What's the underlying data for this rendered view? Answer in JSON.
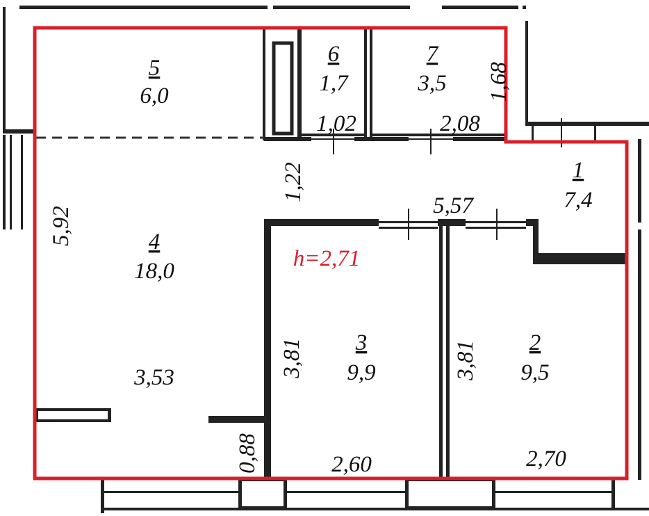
{
  "plan": {
    "ceiling_height": "h=2,71",
    "outline_color": "#d8202a",
    "rooms": [
      {
        "number": "1",
        "area": "7,4"
      },
      {
        "number": "2",
        "area": "9,5"
      },
      {
        "number": "3",
        "area": "9,9"
      },
      {
        "number": "4",
        "area": "18,0"
      },
      {
        "number": "5",
        "area": "6,0"
      },
      {
        "number": "6",
        "area": "1,7"
      },
      {
        "number": "7",
        "area": "3,5"
      }
    ],
    "dimensions": {
      "d_1_68": "1,68",
      "d_1_02": "1,02",
      "d_2_08": "2,08",
      "d_1_22": "1,22",
      "d_5_57": "5,57",
      "d_5_92": "5,92",
      "d_3_53": "3,53",
      "d_3_81_a": "3,81",
      "d_3_81_b": "3,81",
      "d_0_88": "0,88",
      "d_2_60": "2,60",
      "d_2_70": "2,70"
    }
  }
}
